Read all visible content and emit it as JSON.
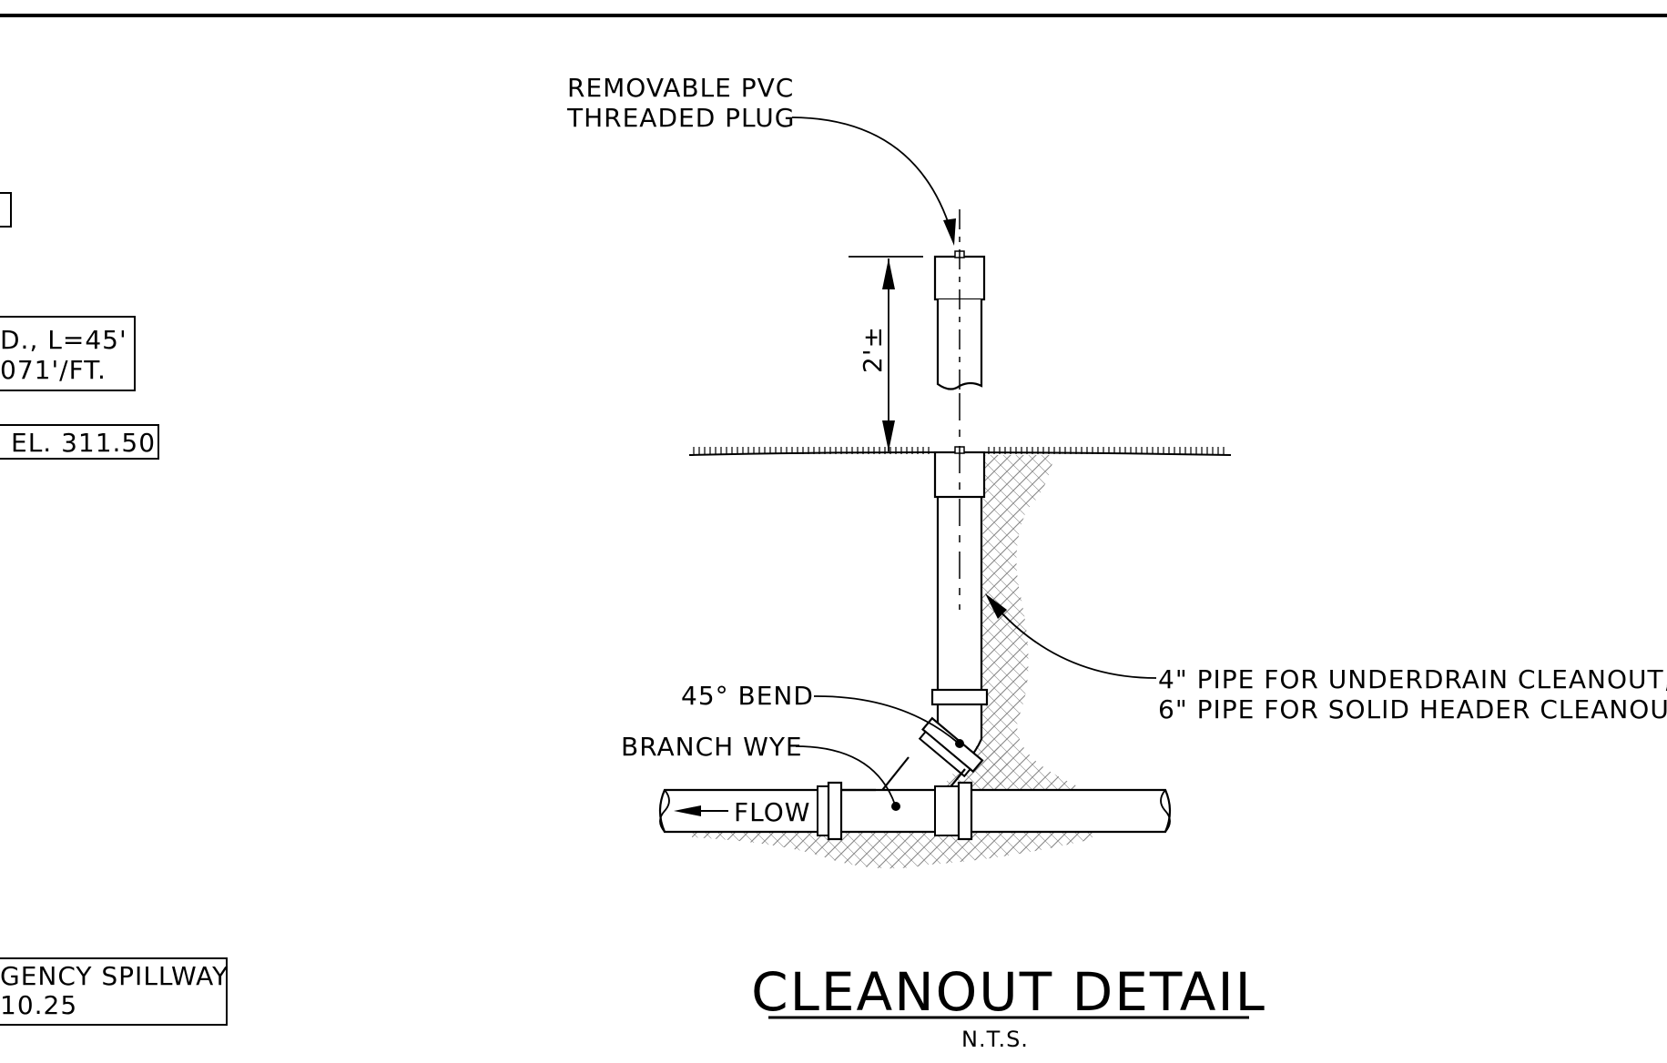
{
  "drawing": {
    "title": "CLEANOUT DETAIL",
    "scale_note": "N.T.S.",
    "callouts": {
      "plug_line1": "REMOVABLE PVC",
      "plug_line2": "THREADED PLUG",
      "dimension": "2'±",
      "bend": "45° BEND",
      "wye": "BRANCH WYE",
      "flow": "FLOW",
      "pipe_line1": "4\" PIPE FOR UNDERDRAIN CLEANOUT,",
      "pipe_line2": "6\" PIPE FOR SOLID HEADER CLEANOU"
    },
    "left_margin_fragments": {
      "pipe_spec_line1": "D., L=45'",
      "pipe_spec_line2": "071'/FT.",
      "elevation": "EL. 311.50",
      "spillway_line1": "GENCY SPILLWAY",
      "spillway_line2": "10.25"
    }
  }
}
